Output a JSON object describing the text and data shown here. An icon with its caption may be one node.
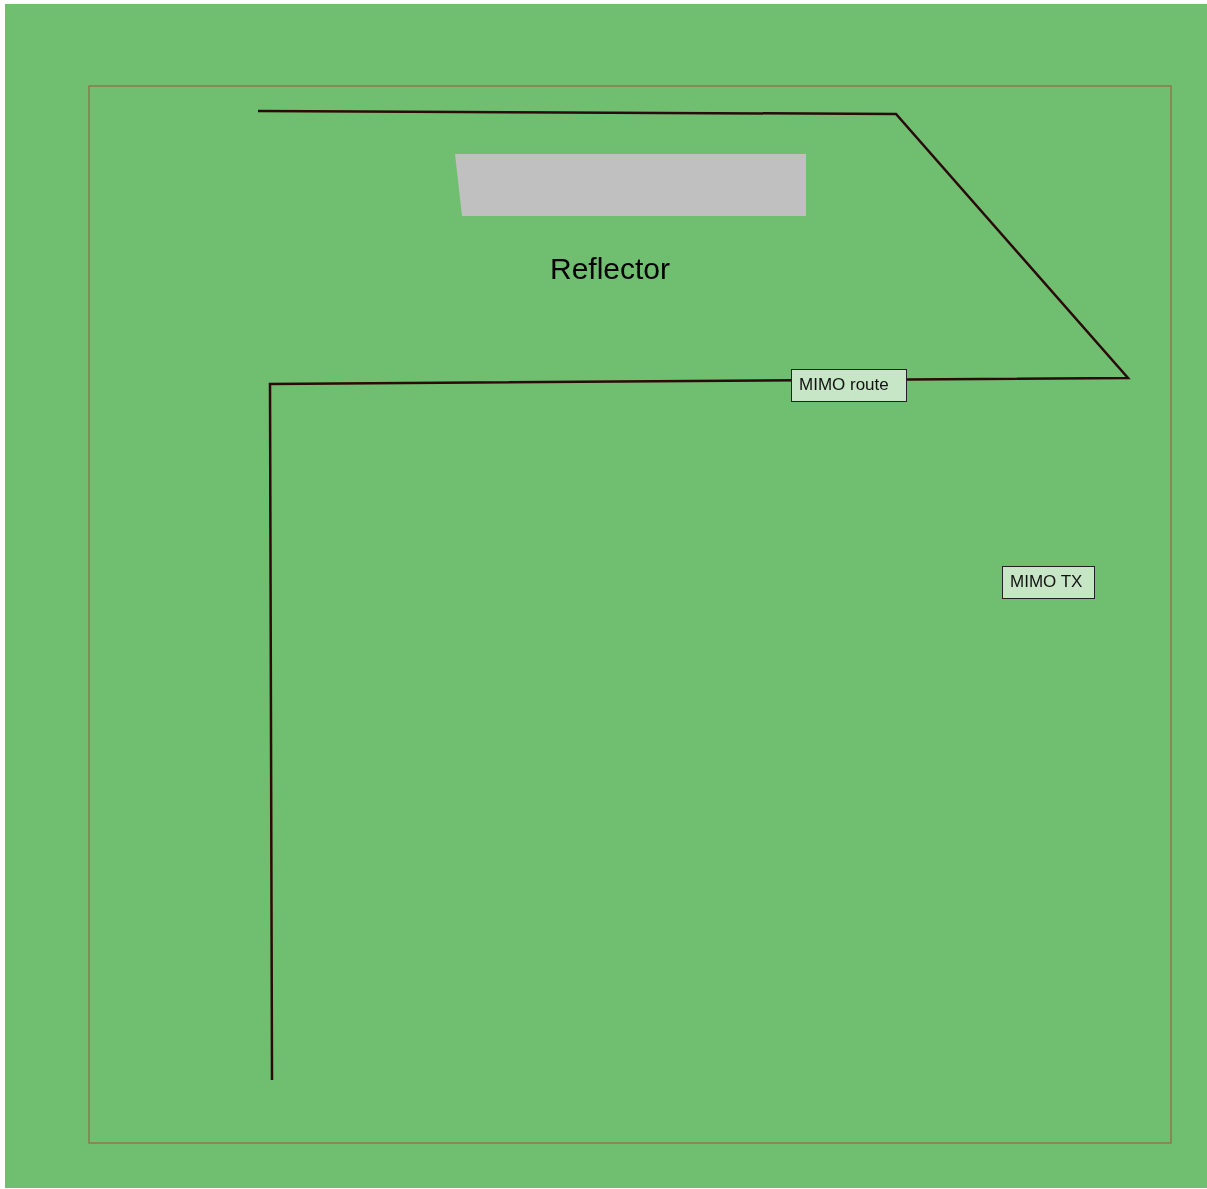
{
  "diagram": {
    "nodes": [
      {
        "text": [
          "MIMO route"
        ]
      },
      {
        "text": [
          "MIMO TX"
        ]
      }
    ],
    "labels": [
      "Reflector"
    ]
  }
}
